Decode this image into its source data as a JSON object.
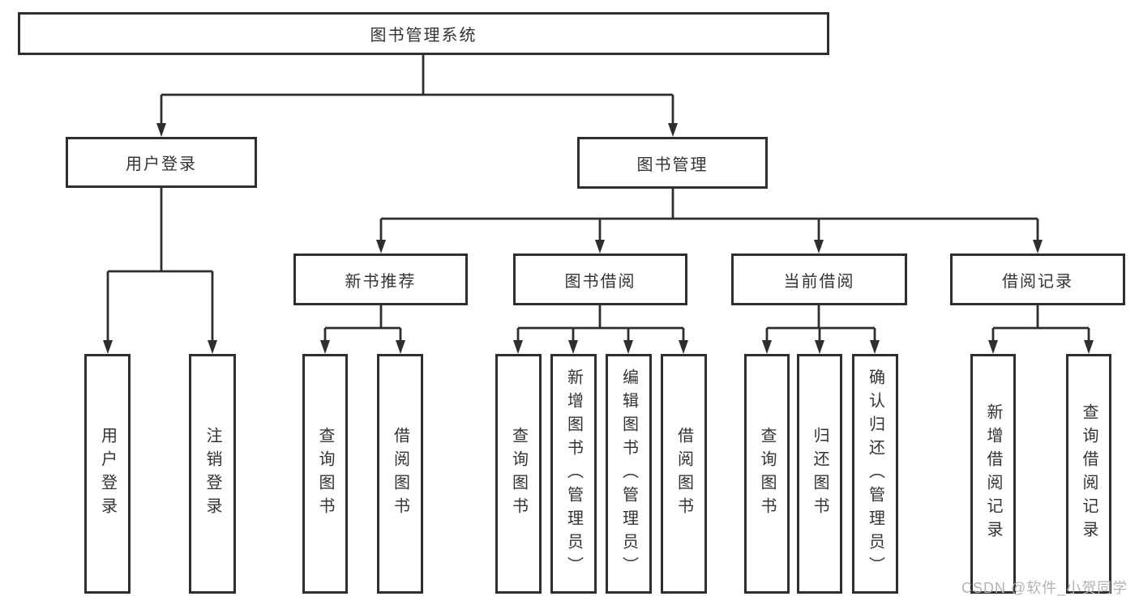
{
  "tree": {
    "root": {
      "label": "图书管理系统",
      "children": [
        {
          "label": "用户登录",
          "children": [
            {
              "label": "用户登录"
            },
            {
              "label": "注销登录"
            }
          ]
        },
        {
          "label": "图书管理",
          "children": [
            {
              "label": "新书推荐",
              "children": [
                {
                  "label": "查询图书"
                },
                {
                  "label": "借阅图书"
                }
              ]
            },
            {
              "label": "图书借阅",
              "children": [
                {
                  "label": "查询图书"
                },
                {
                  "label": "新增图书（管理员）"
                },
                {
                  "label": "编辑图书（管理员）"
                },
                {
                  "label": "借阅图书"
                }
              ]
            },
            {
              "label": "当前借阅",
              "children": [
                {
                  "label": "查询图书"
                },
                {
                  "label": "归还图书"
                },
                {
                  "label": "确认归还（管理员）"
                }
              ]
            },
            {
              "label": "借阅记录",
              "children": [
                {
                  "label": "新增借阅记录"
                },
                {
                  "label": "查询借阅记录"
                }
              ]
            }
          ]
        }
      ]
    }
  },
  "watermark": {
    "text": "CSDN @软件_小贺同学"
  },
  "colors": {
    "line": "#2e2e2e",
    "text": "#333333",
    "watermark": "#b3b3b3",
    "background": "#ffffff"
  }
}
